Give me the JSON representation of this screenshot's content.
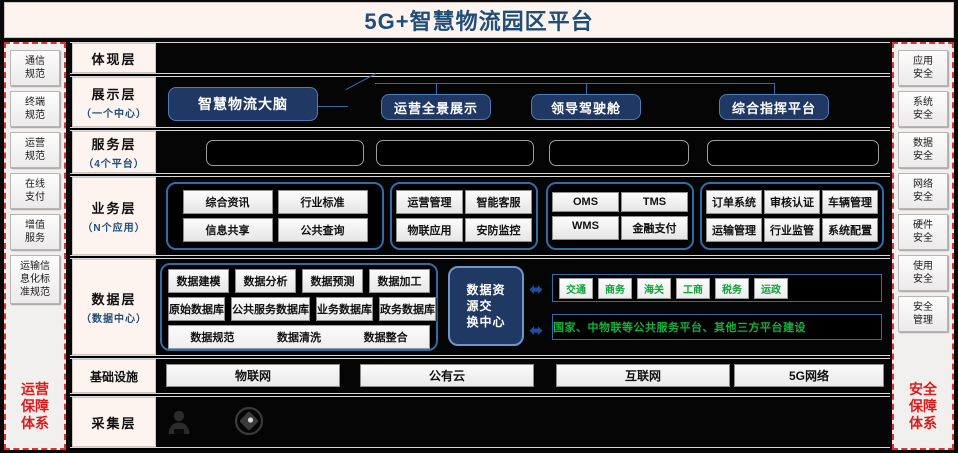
{
  "title": "5G+智慧物流园区平台",
  "left_rail": {
    "items": [
      "通信\n规范",
      "终端\n规范",
      "运营\n规范",
      "在线\n支付",
      "增值\n服务",
      "运输信\n息化标\n准规范"
    ],
    "footer": "运营\n保障\n体系",
    "accent": "#e01b1b"
  },
  "right_rail": {
    "items": [
      "应用\n安全",
      "系统\n安全",
      "数据\n安全",
      "网络\n安全",
      "硬件\n安全",
      "使用\n安全",
      "安全\n管理"
    ],
    "footer": "安全\n保障\n体系",
    "accent": "#e01b1b"
  },
  "layers": [
    {
      "name": "体现层",
      "sub": ""
    },
    {
      "name": "展示层",
      "sub": "（一个中心）"
    },
    {
      "name": "服务层",
      "sub": "（4个平台）"
    },
    {
      "name": "业务层",
      "sub": "（N个应用）"
    },
    {
      "name": "数据层",
      "sub": "（数据中心）"
    },
    {
      "name": "基础设施",
      "sub": ""
    },
    {
      "name": "采集层",
      "sub": ""
    }
  ],
  "display_layer": {
    "hub": "智慧物流大脑",
    "nodes": [
      "运营全景展示",
      "领导驾驶舱",
      "综合指挥平台"
    ]
  },
  "service_layer": {
    "boxes": [
      "",
      "",
      "",
      ""
    ]
  },
  "business_layer": {
    "groups": [
      {
        "rows": [
          [
            "综合资讯",
            "行业标准"
          ],
          [
            "信息共享",
            "公共查询"
          ]
        ]
      },
      {
        "rows": [
          [
            "运营管理",
            "智能客服"
          ],
          [
            "物联应用",
            "安防监控"
          ]
        ]
      },
      {
        "rows": [
          [
            "OMS",
            "TMS"
          ],
          [
            "WMS",
            "金融支付"
          ]
        ]
      },
      {
        "rows": [
          [
            "订单系统",
            "审核认证",
            "车辆管理"
          ],
          [
            "运输管理",
            "行业监管",
            "系统配置"
          ]
        ]
      }
    ]
  },
  "data_layer": {
    "row1": [
      "数据建模",
      "数据分析",
      "数据预测",
      "数据加工"
    ],
    "row2": [
      "原始数据库",
      "公共服务数据库",
      "业务数据库",
      "政务数据库"
    ],
    "row3": [
      "数据规范",
      "数据清洗",
      "数据整合"
    ],
    "exchange_center": "数据资\n源交\n换中心",
    "arrow_glyph": "⬌",
    "gov_tags": [
      "交通",
      "商务",
      "海关",
      "工商",
      "税务",
      "运政"
    ],
    "platform_text": "国家、中物联等公共服务平台、其他三方平台建设",
    "tag_color": "#11a33a"
  },
  "infrastructure": [
    "物联网",
    "公有云",
    "互联网",
    "5G网络"
  ],
  "collection_layer": {
    "icons": [
      "user-icon",
      "camera-sensor-icon"
    ]
  },
  "theme": {
    "title_color": "#1f4e79",
    "panel_bg": "#000000",
    "blue_box": "#1f3864",
    "blue_border": "#2f6ca8",
    "label_bg": "#fdf3ef"
  }
}
